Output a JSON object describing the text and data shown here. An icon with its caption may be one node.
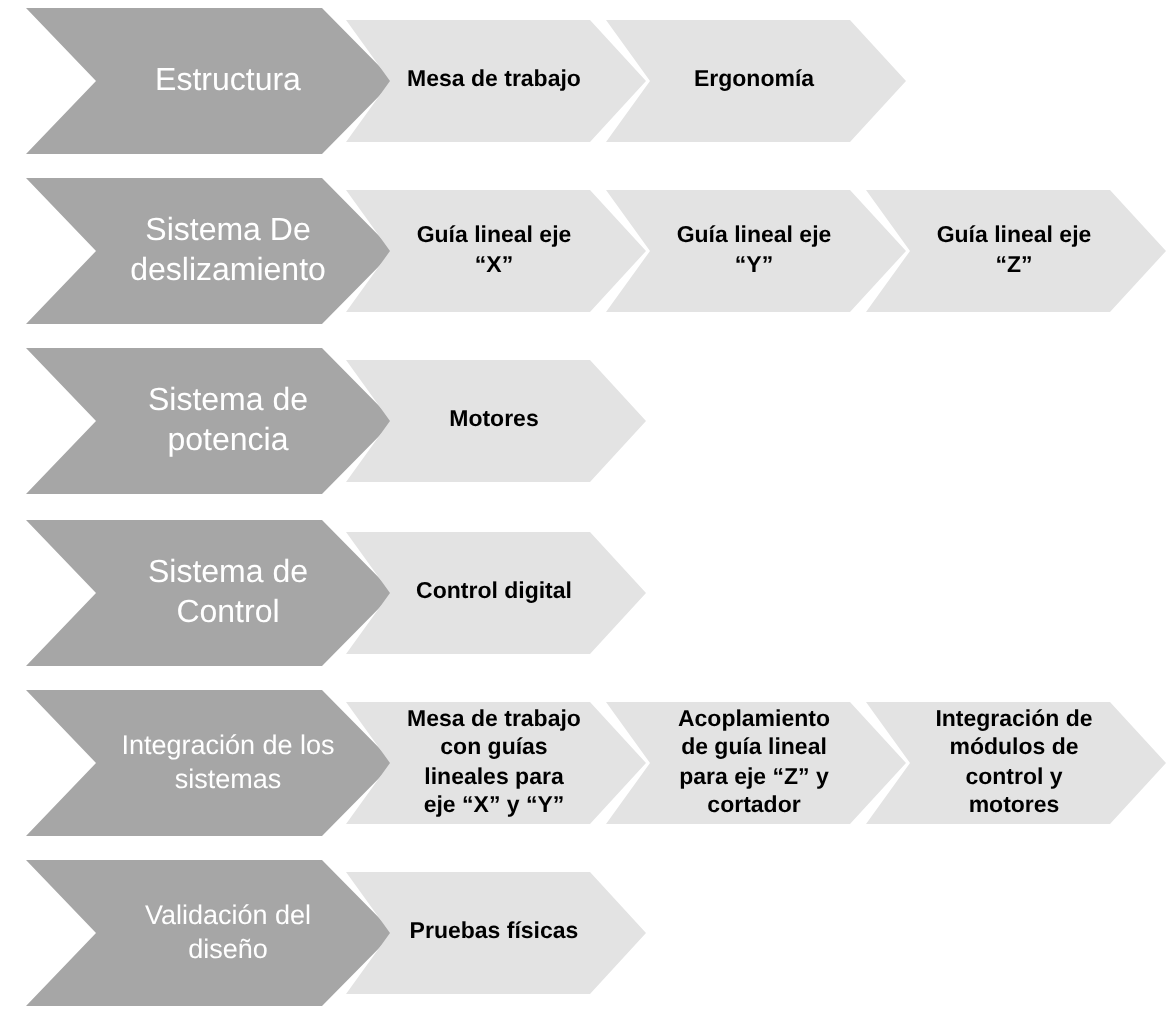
{
  "diagram": {
    "nodes": [
      {
        "text": [
          "Estructura"
        ]
      },
      {
        "text": [
          "Mesa de trabajo"
        ]
      },
      {
        "text": [
          "Ergonomía"
        ]
      },
      {
        "text": [
          "Sistema De deslizamiento"
        ]
      },
      {
        "text": [
          "Guía lineal eje “X”"
        ]
      },
      {
        "text": [
          "Guía lineal eje “Y”"
        ]
      },
      {
        "text": [
          "Guía lineal eje “Z”"
        ]
      },
      {
        "text": [
          "Sistema de potencia"
        ]
      },
      {
        "text": [
          "Motores"
        ]
      },
      {
        "text": [
          "Sistema de Control"
        ]
      },
      {
        "text": [
          "Control digital"
        ]
      },
      {
        "text": [
          "Integración de los sistemas"
        ]
      },
      {
        "text": [
          "Mesa de trabajo con guías lineales para eje “X” y “Y”"
        ]
      },
      {
        "text": [
          "Acoplamiento de guía lineal para eje “Z” y cortador"
        ]
      },
      {
        "text": [
          "Integración de módulos de control y motores"
        ]
      },
      {
        "text": [
          "Validación del diseño"
        ]
      },
      {
        "text": [
          "Pruebas físicas"
        ]
      }
    ]
  }
}
